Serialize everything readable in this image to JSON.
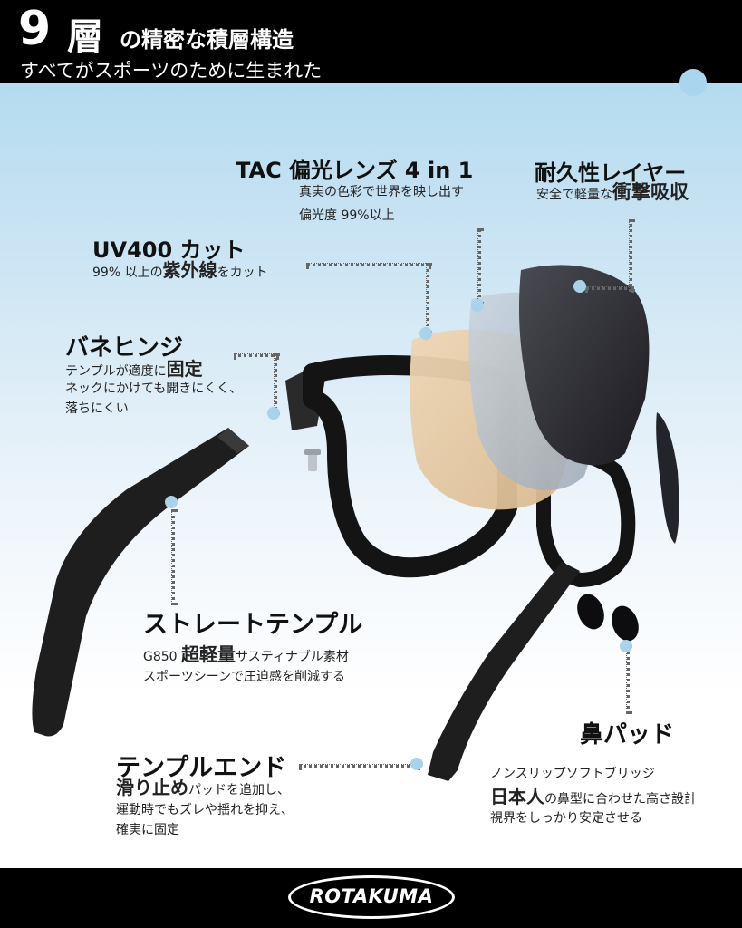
{
  "header": {
    "number": "9",
    "big_char": "層",
    "title_rest": "の精密な積層構造",
    "subtitle": "すべてがスポーツのために生まれた"
  },
  "features": {
    "tac": {
      "title": "TAC 偏光レンズ 4 in 1",
      "line1": "真実の色彩で世界を映し出す",
      "line2": "偏光度 99%以上"
    },
    "durable": {
      "title": "耐久性レイヤー",
      "line1_pre": "安全で軽量な",
      "line1_em": "衝撃吸収"
    },
    "uv": {
      "title": "UV400 カット",
      "pre": "99% 以上の",
      "em": "紫外線",
      "post": "をカット"
    },
    "hinge": {
      "title": "バネヒンジ",
      "line1_pre": "テンプルが適度に",
      "line1_em": "固定",
      "line2": "ネックにかけても開きにくく、",
      "line3": "落ちにくい"
    },
    "straight": {
      "title": "ストレートテンプル",
      "line1_pre": "G850 ",
      "line1_em": "超軽量",
      "line1_post": "サスティナブル素材",
      "line2": "スポーツシーンで圧迫感を削減する"
    },
    "end": {
      "title": "テンプルエンド",
      "line1_em": "滑り止め",
      "line1_post": "パッドを追加し、",
      "line2": "運動時でもズレや揺れを抑え、",
      "line3": "確実に固定"
    },
    "nose": {
      "title": "鼻パッド",
      "line1": "ノンスリップソフトブリッジ",
      "line2_em": "日本人",
      "line2_post": "の鼻型に合わせた高さ設計",
      "line3": "視界をしっかり安定させる"
    }
  },
  "brand": {
    "logo": "ROTAKUMA"
  },
  "colors": {
    "accent": "#a9d3ea",
    "frame": "#1a1a1a",
    "lens_amber": "#e4c9a3",
    "lens_smoke": "#2a2a30"
  }
}
